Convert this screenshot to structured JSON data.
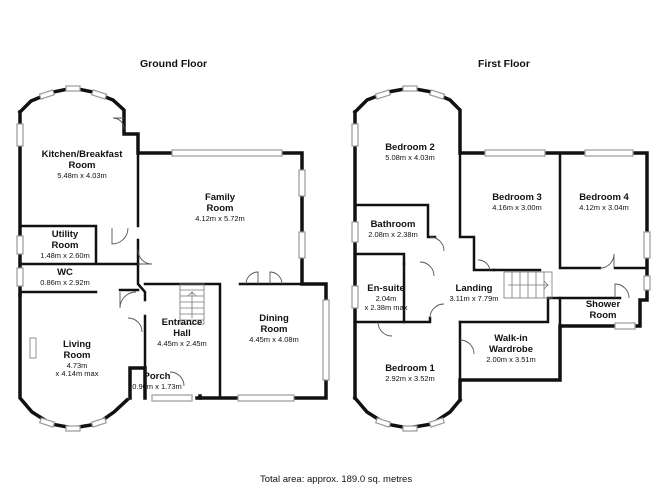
{
  "floors": {
    "ground": {
      "title": "Ground Floor",
      "rooms": [
        {
          "name": "Kitchen/Breakfast",
          "name2": "Room",
          "dims": "5.48m x 4.03m"
        },
        {
          "name": "Family",
          "name2": "Room",
          "dims": "4.12m x 5.72m"
        },
        {
          "name": "Utility",
          "name2": "Room",
          "dims": "1.48m x 2.60m"
        },
        {
          "name": "WC",
          "name2": "",
          "dims": "0.86m x 2.92m"
        },
        {
          "name": "Living",
          "name2": "Room",
          "dims": "4.73m",
          "dims2": "x 4.14m max"
        },
        {
          "name": "Entrance",
          "name2": "Hall",
          "dims": "4.45m x 2.45m"
        },
        {
          "name": "Dining",
          "name2": "Room",
          "dims": "4.45m x 4.08m"
        },
        {
          "name": "Porch",
          "name2": "",
          "dims": "0.90m x 1.73m"
        }
      ]
    },
    "first": {
      "title": "First Floor",
      "rooms": [
        {
          "name": "Bedroom 2",
          "name2": "",
          "dims": "5.08m x 4.03m"
        },
        {
          "name": "Bedroom 3",
          "name2": "",
          "dims": "4.16m x 3.00m"
        },
        {
          "name": "Bedroom 4",
          "name2": "",
          "dims": "4.12m x 3.04m"
        },
        {
          "name": "Bathroom",
          "name2": "",
          "dims": "2.08m x 2.38m"
        },
        {
          "name": "Landing",
          "name2": "",
          "dims": "3.11m x 7.79m"
        },
        {
          "name": "En-suite",
          "name2": "",
          "dims": "2.04m",
          "dims2": "x 2.38m max"
        },
        {
          "name": "Shower",
          "name2": "Room",
          "dims": ""
        },
        {
          "name": "Walk-in",
          "name2": "Wardrobe",
          "dims": "2.00m x 3.51m"
        },
        {
          "name": "Bedroom 1",
          "name2": "",
          "dims": "2.92m x 3.52m"
        }
      ]
    }
  },
  "footer": {
    "total_area": "Total area: approx. 189.0 sq. metres"
  },
  "colors": {
    "wall": "#111111",
    "window": "#bdbdbd",
    "background": "#ffffff"
  }
}
